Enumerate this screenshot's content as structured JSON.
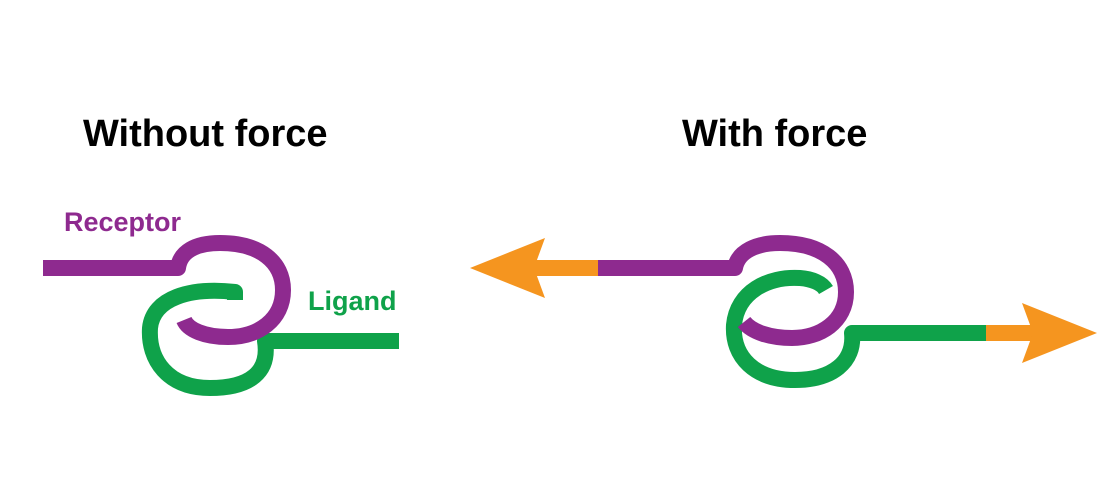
{
  "panels": {
    "left": {
      "title": "Without force"
    },
    "right": {
      "title": "With force"
    }
  },
  "labels": {
    "receptor": "Receptor",
    "ligand": "Ligand"
  },
  "colors": {
    "receptor": "#8e2a8f",
    "ligand": "#0fa24a",
    "force_arrow": "#f5951f",
    "title_text": "#000000",
    "background": "#ffffff"
  },
  "icons": {
    "force_arrow_left": "arrow-left-icon",
    "force_arrow_right": "arrow-right-icon"
  }
}
